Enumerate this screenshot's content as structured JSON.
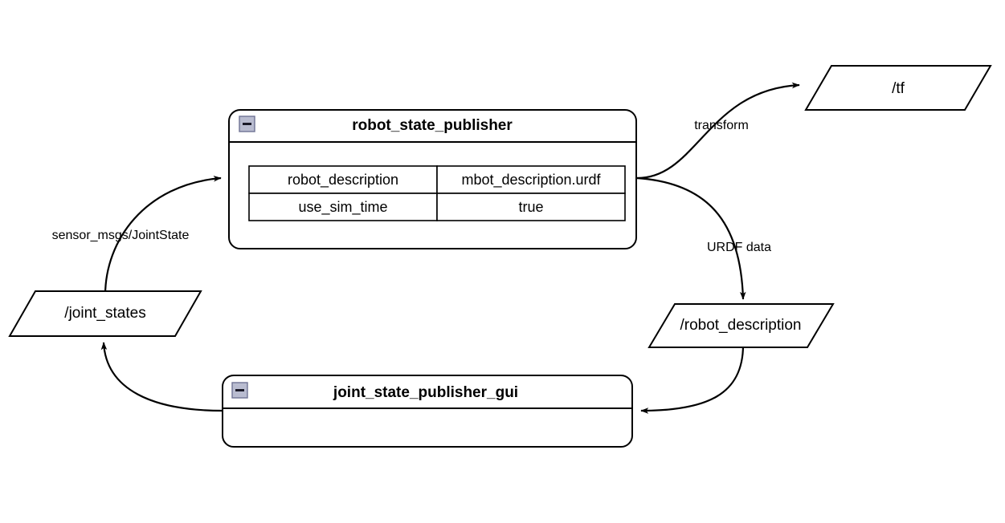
{
  "diagram": {
    "type": "ros-node-graph",
    "background": "#ffffff",
    "stroke_color": "#000000",
    "collapse_icon_fill": "#b9bcd0",
    "nodes": [
      {
        "id": "robot_state_publisher",
        "title": "robot_state_publisher",
        "collapse_icon": "minus-box-icon",
        "params": [
          {
            "name": "robot_description",
            "value": "mbot_description.urdf"
          },
          {
            "name": "use_sim_time",
            "value": "true"
          }
        ]
      },
      {
        "id": "joint_state_publisher_gui",
        "title": "joint_state_publisher_gui",
        "collapse_icon": "minus-box-icon",
        "params": []
      }
    ],
    "topics": [
      {
        "id": "tf",
        "label": "/tf"
      },
      {
        "id": "joint_states",
        "label": "/joint_states"
      },
      {
        "id": "robot_description",
        "label": "/robot_description"
      }
    ],
    "edges": [
      {
        "id": "rsp-to-tf",
        "from": "robot_state_publisher",
        "to": "tf",
        "label": "transform"
      },
      {
        "id": "rsp-to-robot-description",
        "from": "robot_state_publisher",
        "to": "robot_description",
        "label": "URDF data"
      },
      {
        "id": "robot-description-to-jspgui",
        "from": "robot_description",
        "to": "joint_state_publisher_gui",
        "label": ""
      },
      {
        "id": "jspgui-to-joint-states",
        "from": "joint_state_publisher_gui",
        "to": "joint_states",
        "label": ""
      },
      {
        "id": "joint-states-to-rsp",
        "from": "joint_states",
        "to": "robot_state_publisher",
        "label": "sensor_msgs/JointState"
      }
    ]
  }
}
